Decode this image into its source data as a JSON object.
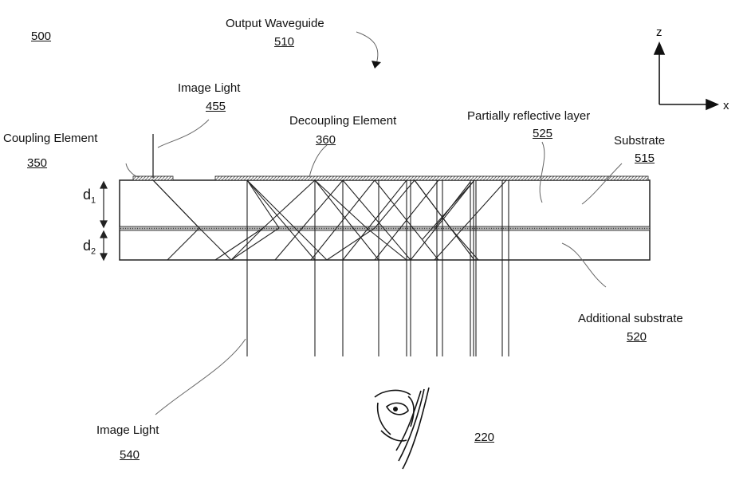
{
  "figure_number": "500",
  "output_waveguide": {
    "label": "Output Waveguide",
    "ref": "510"
  },
  "image_light_in": {
    "label": "Image Light",
    "ref": "455"
  },
  "coupling_element": {
    "label": "Coupling Element",
    "ref": "350"
  },
  "decoupling_element": {
    "label": "Decoupling Element",
    "ref": "360"
  },
  "partially_reflective_layer": {
    "label": "Partially reflective layer",
    "ref": "525"
  },
  "substrate": {
    "label": "Substrate",
    "ref": "515"
  },
  "additional_substrate": {
    "label": "Additional substrate",
    "ref": "520"
  },
  "image_light_out": {
    "label": "Image Light",
    "ref": "540"
  },
  "eye": {
    "ref": "220"
  },
  "dimensions": {
    "d1": "d",
    "d1_sub": "1",
    "d2": "d",
    "d2_sub": "2"
  },
  "axes": {
    "z": "z",
    "x": "x"
  }
}
